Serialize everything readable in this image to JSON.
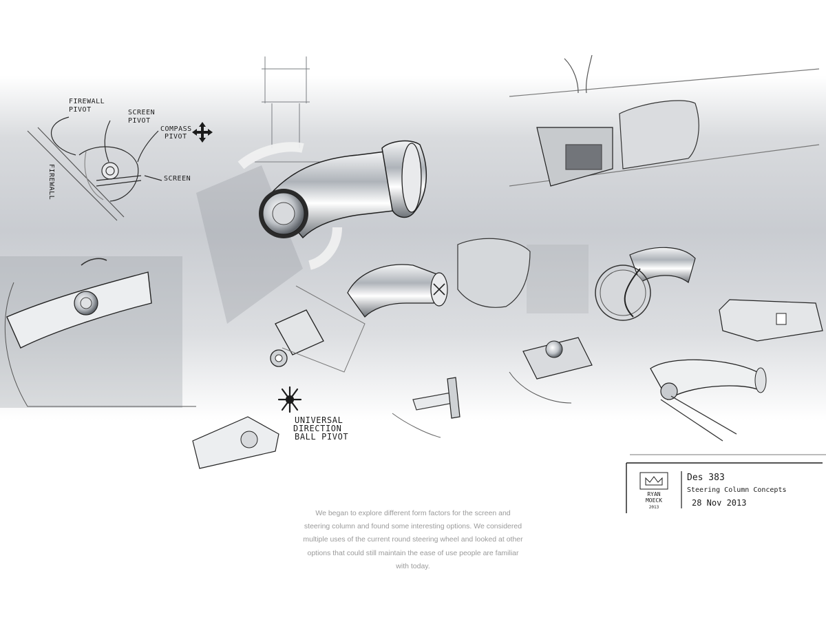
{
  "labels": {
    "firewall_pivot": [
      "FIREWALL",
      "PIVOT"
    ],
    "screen_pivot": [
      "SCREEN",
      "PIVOT"
    ],
    "compass_pivot": [
      "COMPASS",
      "PIVOT"
    ],
    "screen": "SCREEN",
    "firewall_vertical": "FIREWALL",
    "universal_pivot": [
      "UNIVERSAL",
      "DIRECTION",
      "BALL PIVOT"
    ]
  },
  "title_block": {
    "course": "Des 383",
    "project": "Steering Column Concepts",
    "date": "28 Nov 2013",
    "logo_lines": [
      "RYAN",
      "MOECK",
      "2013"
    ]
  },
  "caption": "We began to explore different form factors for the screen and steering column and found some interesting options. We considered multiple uses of the current round steering wheel and looked at other options that could still maintain the ease of use people are familiar with today."
}
